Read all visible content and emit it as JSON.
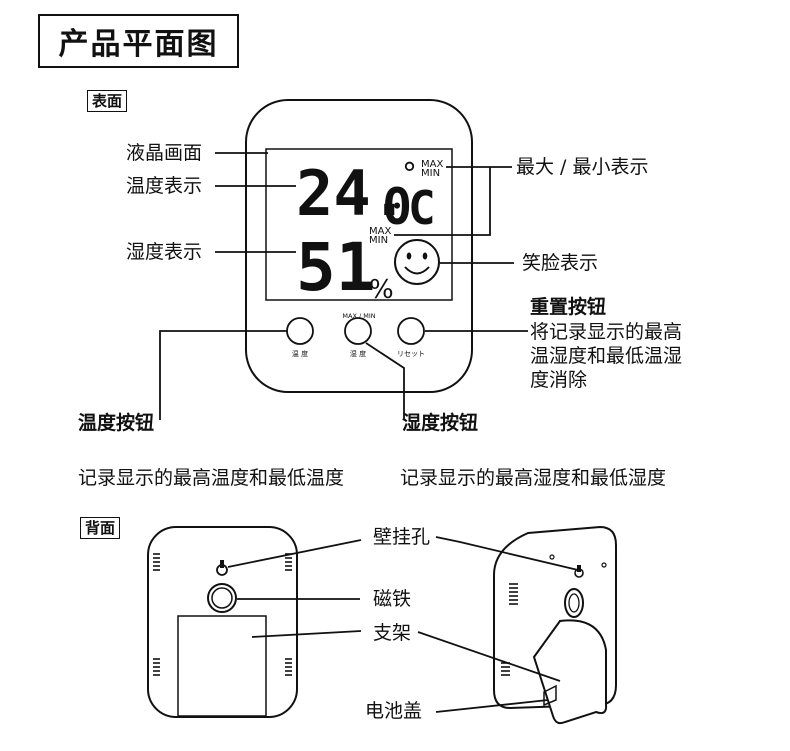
{
  "title": "产品平面图",
  "front": {
    "section_label": "表面",
    "lcd": {
      "temp_digits": "24.",
      "temp_decimal": "0",
      "temp_unit": "C",
      "temp_deg": "°",
      "hum_digits": "51",
      "hum_unit": "%",
      "max_label": "MAX",
      "min_label": "MIN"
    },
    "labels": {
      "lcd_screen": "液晶画面",
      "temp_display": "温度表示",
      "humidity_display": "湿度表示",
      "max_min_display": "最大 / 最小表示",
      "smiley_display": "笑脸表示"
    },
    "buttons": {
      "top_caption": "MAX / MIN",
      "temp_caption": "温 度",
      "hum_caption": "湿 度",
      "reset_caption": "リセット"
    },
    "reset": {
      "title": "重置按钮",
      "desc_lines": [
        "将记录显示的最高",
        "温湿度和最低温湿",
        "度消除"
      ]
    },
    "temp_button_label": "温度按钮",
    "hum_button_label": "湿度按钮",
    "temp_button_desc": "记录显示的最高温度和最低温度",
    "hum_button_desc": "记录显示的最高湿度和最低湿度"
  },
  "back": {
    "section_label": "背面",
    "labels": {
      "wall_hole": "壁挂孔",
      "magnet": "磁铁",
      "stand": "支架",
      "battery_cover": "电池盖"
    }
  }
}
